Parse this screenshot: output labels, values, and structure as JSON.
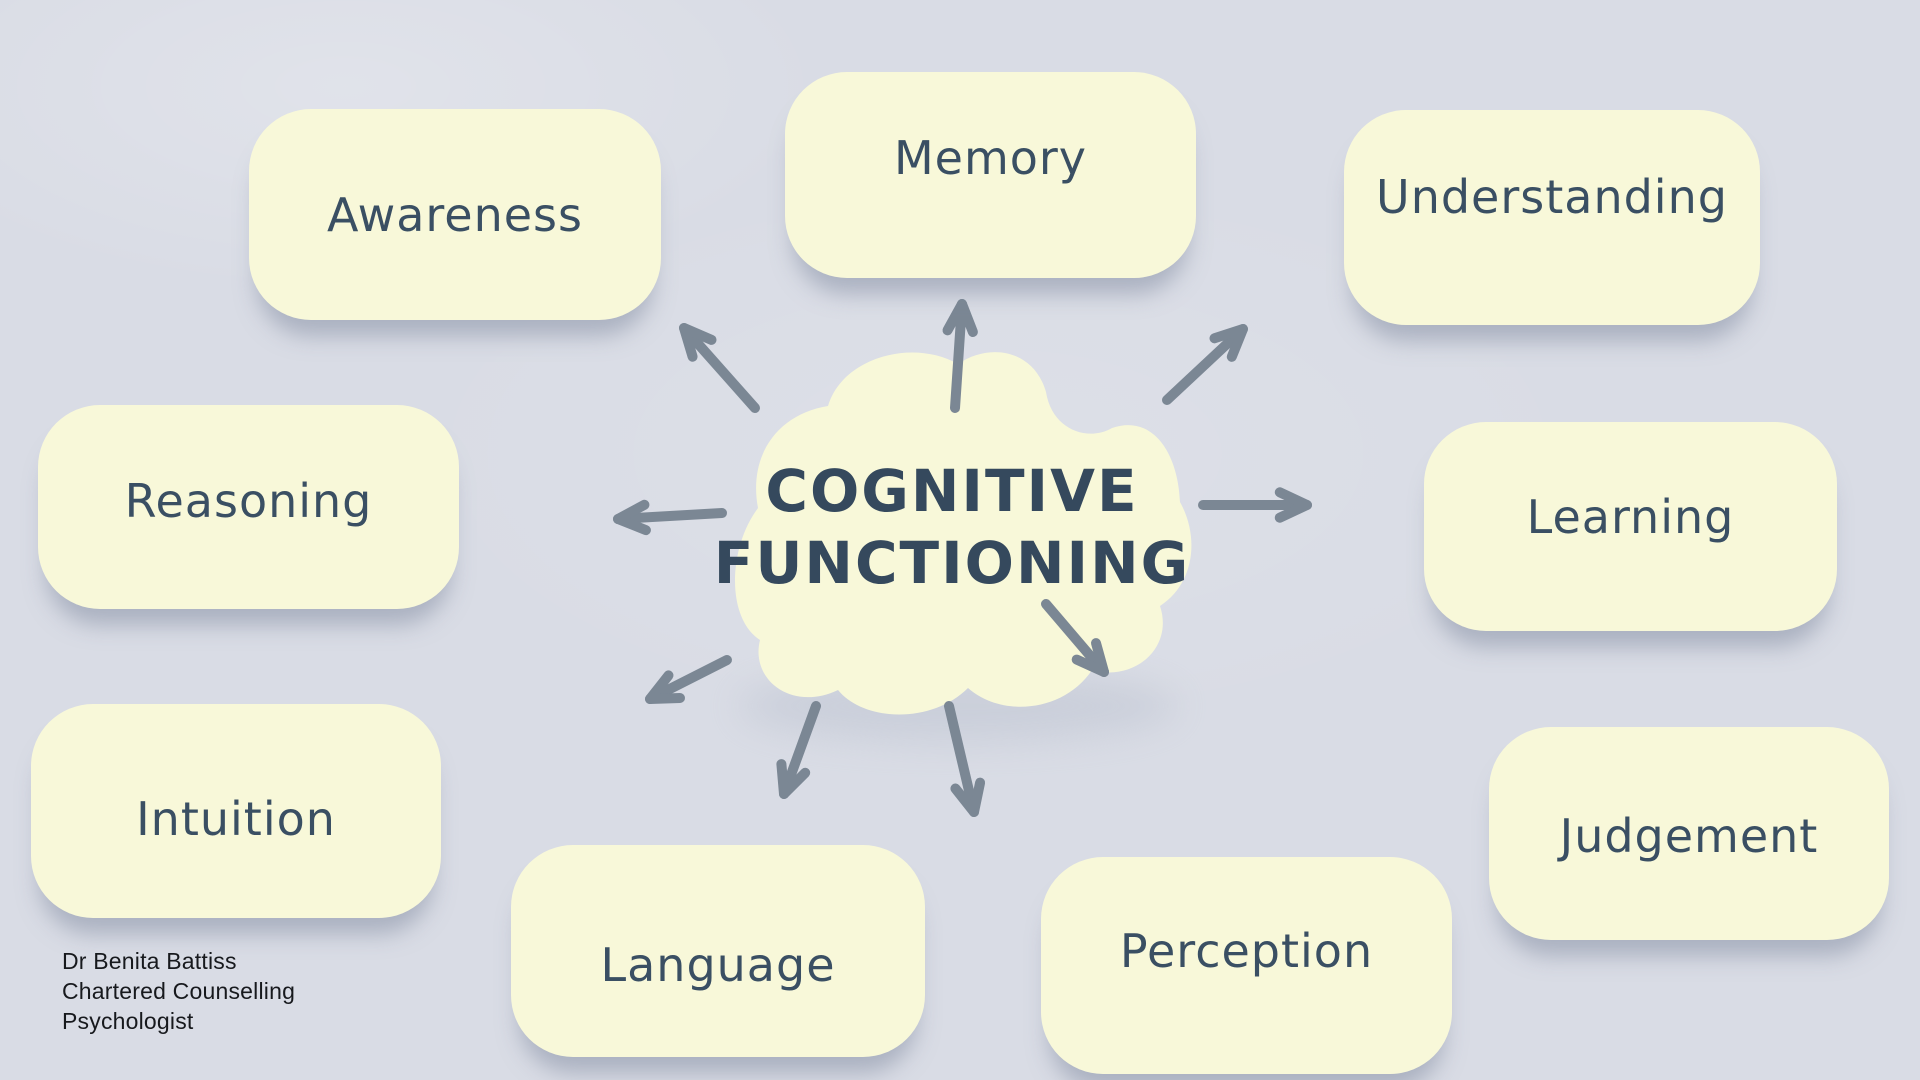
{
  "title": {
    "line1": "COGNITIVE",
    "line2": "FUNCTIONING"
  },
  "nodes": [
    {
      "id": "awareness",
      "label": "Awareness"
    },
    {
      "id": "memory",
      "label": "Memory"
    },
    {
      "id": "understanding",
      "label": "Understanding"
    },
    {
      "id": "reasoning",
      "label": "Reasoning"
    },
    {
      "id": "learning",
      "label": "Learning"
    },
    {
      "id": "intuition",
      "label": "Intuition"
    },
    {
      "id": "language",
      "label": "Language"
    },
    {
      "id": "perception",
      "label": "Perception"
    },
    {
      "id": "judgement",
      "label": "Judgement"
    }
  ],
  "arrows": [
    {
      "to": "awareness"
    },
    {
      "to": "memory"
    },
    {
      "to": "understanding"
    },
    {
      "to": "reasoning"
    },
    {
      "to": "learning"
    },
    {
      "to": "intuition"
    },
    {
      "to": "language"
    },
    {
      "to": "perception"
    },
    {
      "to": "judgement"
    }
  ],
  "attribution": {
    "line1": "Dr Benita Battiss",
    "line2": "Chartered Counselling",
    "line3": "Psychologist"
  },
  "colors": {
    "background": "#d9dce5",
    "card": "#f8f8d9",
    "node_text": "#3a4f63",
    "title_text": "#35495d",
    "arrow": "#7b8794",
    "attribution_text": "#17191d"
  }
}
